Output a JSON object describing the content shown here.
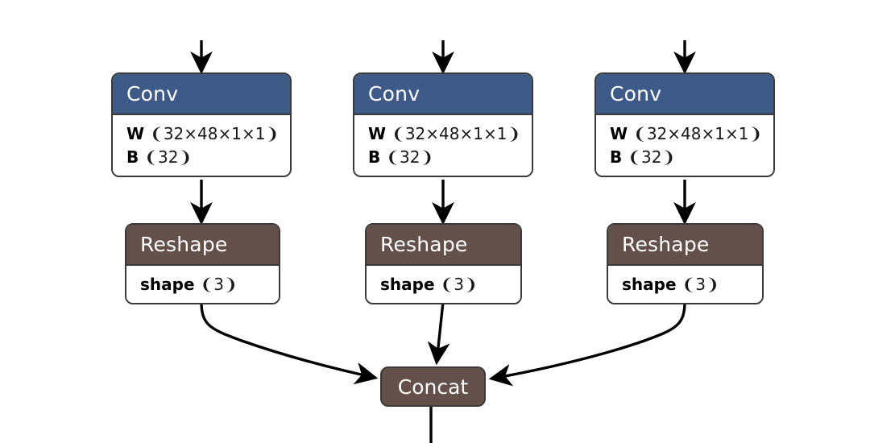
{
  "diagram": {
    "title": "Neural network graph: three parallel Conv -> Reshape branches merging into Concat",
    "background_color": "#ffffff",
    "edge_color": "#000000",
    "border_color": "#3a3a3a",
    "colors": {
      "conv_header": "#3e5a87",
      "reshape_header": "#64504a",
      "concat_fill": "#64504a",
      "node_body": "#ffffff",
      "header_text": "#ffffff",
      "body_text": "#111111"
    },
    "branches": [
      {
        "id": "branch-left",
        "conv": {
          "title": "Conv",
          "attrs": [
            {
              "key": "W",
              "value": "❨32×48×1×1❩"
            },
            {
              "key": "B",
              "value": "❨32❩"
            }
          ]
        },
        "reshape": {
          "title": "Reshape",
          "attrs": [
            {
              "key": "shape",
              "value": "❨3❩"
            }
          ]
        }
      },
      {
        "id": "branch-middle",
        "conv": {
          "title": "Conv",
          "attrs": [
            {
              "key": "W",
              "value": "❨32×48×1×1❩"
            },
            {
              "key": "B",
              "value": "❨32❩"
            }
          ]
        },
        "reshape": {
          "title": "Reshape",
          "attrs": [
            {
              "key": "shape",
              "value": "❨3❩"
            }
          ]
        }
      },
      {
        "id": "branch-right",
        "conv": {
          "title": "Conv",
          "attrs": [
            {
              "key": "W",
              "value": "❨32×48×1×1❩"
            },
            {
              "key": "B",
              "value": "❨32❩"
            }
          ]
        },
        "reshape": {
          "title": "Reshape",
          "attrs": [
            {
              "key": "shape",
              "value": "❨3❩"
            }
          ]
        }
      }
    ],
    "concat": {
      "title": "Concat"
    }
  }
}
